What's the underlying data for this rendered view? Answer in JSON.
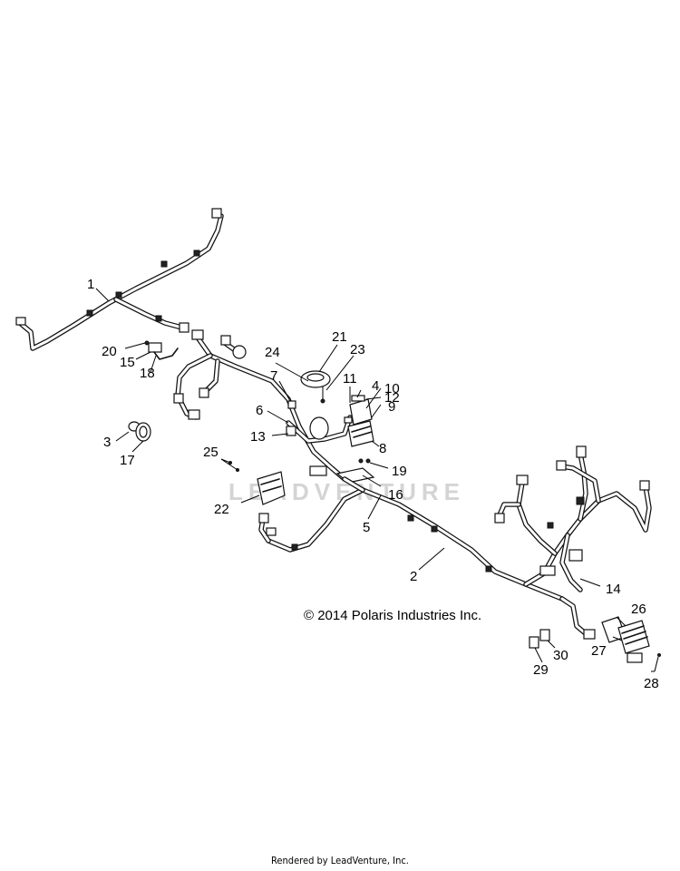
{
  "watermark": "LEADVENTURE",
  "copyright": "© 2014 Polaris Industries Inc.",
  "footer": "Rendered by LeadVenture, Inc.",
  "callouts": [
    "1",
    "2",
    "3",
    "4",
    "5",
    "6",
    "7",
    "8",
    "9",
    "10",
    "11",
    "12",
    "13",
    "14",
    "15",
    "16",
    "17",
    "18",
    "19",
    "20",
    "21",
    "22",
    "23",
    "24",
    "25",
    "26",
    "27",
    "28",
    "29",
    "30"
  ]
}
